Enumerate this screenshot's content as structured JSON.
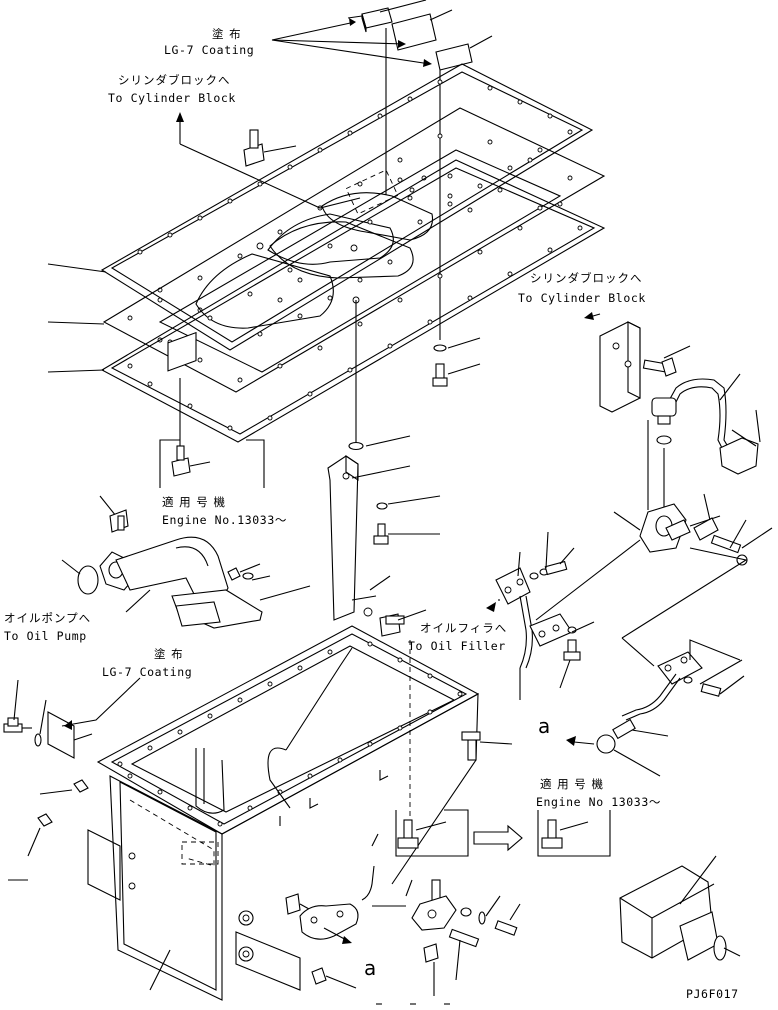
{
  "labels": {
    "lg7_top_jp": "塗 布",
    "lg7_top_en": "LG-7 Coating",
    "cyl_block_left_jp": "シリンダブロックへ",
    "cyl_block_left_en": "To Cylinder Block",
    "cyl_block_right_jp": "シリンダブロックへ",
    "cyl_block_right_en": "To Cylinder Block",
    "engine_no_left_jp": "適 用 号 機",
    "engine_no_left_en": "Engine No.13033～",
    "oil_pump_jp": "オイルポンプへ",
    "oil_pump_en": "To Oil Pump",
    "oil_filler_jp": "オイルフィラへ",
    "oil_filler_en": "To Oil Filler",
    "lg7_mid_jp": "塗 布",
    "lg7_mid_en": "LG-7 Coating",
    "engine_no_right_jp": "適 用 号 機",
    "engine_no_right_en": "Engine No 13033～",
    "ref_a_upper": "a",
    "ref_a_lower": "a",
    "drawing_code": "PJ6F017"
  }
}
